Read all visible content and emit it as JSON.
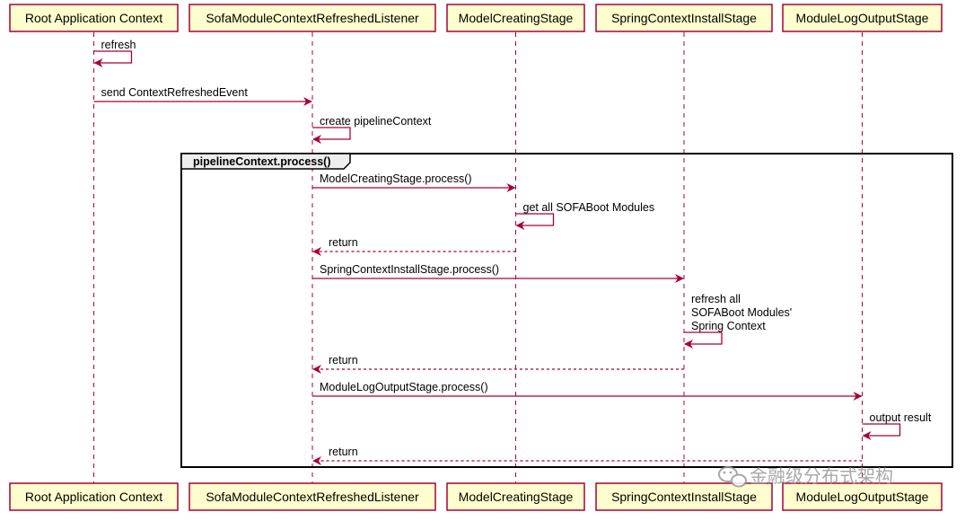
{
  "participants": [
    {
      "id": "root",
      "label": "Root Application Context"
    },
    {
      "id": "listener",
      "label": "SofaModuleContextRefreshedListener"
    },
    {
      "id": "model",
      "label": "ModelCreatingStage"
    },
    {
      "id": "spring",
      "label": "SpringContextInstallStage"
    },
    {
      "id": "log",
      "label": "ModuleLogOutputStage"
    }
  ],
  "frame": {
    "label": "pipelineContext.process()"
  },
  "messages": [
    {
      "from": "root",
      "to": "root",
      "kind": "self",
      "label": [
        "refresh"
      ]
    },
    {
      "from": "root",
      "to": "listener",
      "kind": "sync",
      "label": [
        "send ContextRefreshedEvent"
      ]
    },
    {
      "from": "listener",
      "to": "listener",
      "kind": "self",
      "label": [
        "create pipelineContext"
      ]
    },
    {
      "from": "listener",
      "to": "model",
      "kind": "sync",
      "label": [
        "ModelCreatingStage.process()"
      ]
    },
    {
      "from": "model",
      "to": "model",
      "kind": "self",
      "label": [
        "get all SOFABoot Modules"
      ]
    },
    {
      "from": "model",
      "to": "listener",
      "kind": "return",
      "label": [
        "return"
      ]
    },
    {
      "from": "listener",
      "to": "spring",
      "kind": "sync",
      "label": [
        "SpringContextInstallStage.process()"
      ]
    },
    {
      "from": "spring",
      "to": "spring",
      "kind": "self",
      "label": [
        "refresh all",
        "SOFABoot Modules'",
        "Spring Context"
      ]
    },
    {
      "from": "spring",
      "to": "listener",
      "kind": "return",
      "label": [
        "return"
      ]
    },
    {
      "from": "listener",
      "to": "log",
      "kind": "sync",
      "label": [
        "ModuleLogOutputStage.process()"
      ]
    },
    {
      "from": "log",
      "to": "log",
      "kind": "self",
      "label": [
        "output result"
      ]
    },
    {
      "from": "log",
      "to": "listener",
      "kind": "return",
      "label": [
        "return"
      ]
    }
  ],
  "watermark": {
    "icon": "wechat-icon",
    "text": "金融级分布式架构"
  },
  "colors": {
    "participant_fill": "#FEFECE",
    "participant_border": "#A80036",
    "arrow": "#A80036",
    "frame_border": "#000000",
    "watermark": "#999999"
  }
}
